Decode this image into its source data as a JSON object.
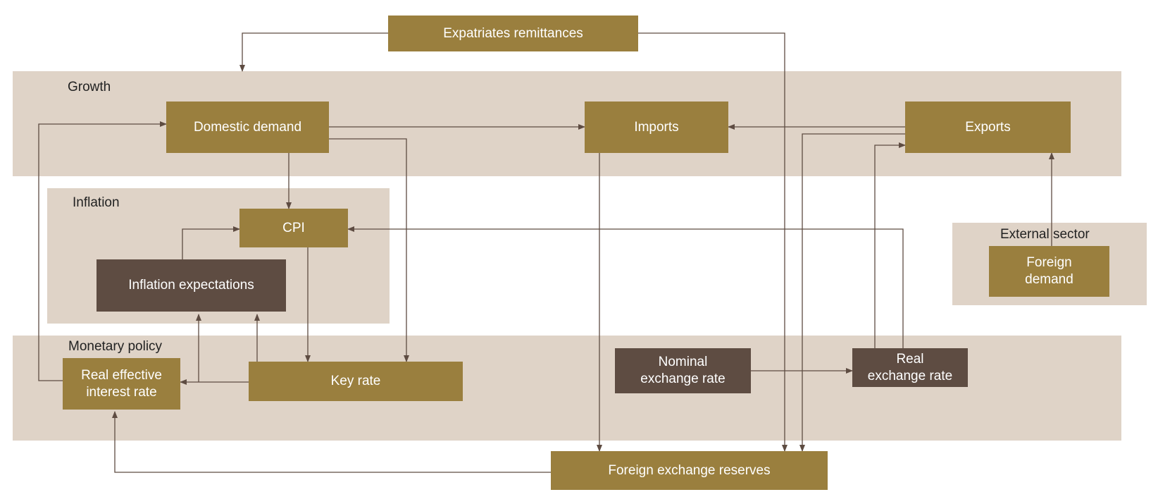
{
  "panels": {
    "growth": "Growth",
    "inflation": "Inflation",
    "monetary_policy": "Monetary policy",
    "external_sector": "External sector"
  },
  "nodes": {
    "expatriates_remittances": "Expatriates remittances",
    "domestic_demand": "Domestic demand",
    "imports": "Imports",
    "exports": "Exports",
    "cpi": "CPI",
    "inflation_expectations": "Inflation expectations",
    "foreign_demand": "Foreign\ndemand",
    "real_effective_interest_rate": "Real effective\ninterest rate",
    "key_rate": "Key rate",
    "nominal_exchange_rate": "Nominal\nexchange rate",
    "real_exchange_rate": "Real\nexchange rate",
    "foreign_exchange_reserves": "Foreign exchange reserves"
  },
  "colors": {
    "panel": "#dfd3c7",
    "node_gold": "#9a7f3e",
    "node_brown": "#5e4c42",
    "arrow": "#5e4c42"
  }
}
